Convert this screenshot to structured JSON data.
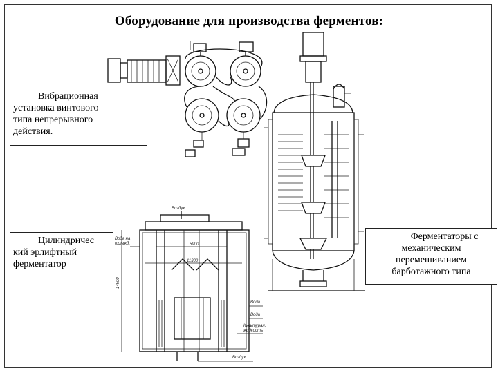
{
  "slide": {
    "title": "Оборудование для производства ферментов:"
  },
  "captions": {
    "vibration": {
      "line1": "Вибрационная",
      "line2": "установка винтового",
      "line3": "типа непрерывного",
      "line4": "действия."
    },
    "airlift": {
      "line1": "Цилиндричес",
      "line2": "кий эрлифтный",
      "line3": "ферментатор"
    },
    "fermenters": {
      "line1": "Ферментаторы с",
      "line2": "механическим",
      "line3": "перемешиванием",
      "line4": "барботажного типа"
    }
  },
  "drawings": {
    "airlift_labels": {
      "top": "Воздух",
      "left_top": "Вода на",
      "left_top2": "охлажд.",
      "dim1": "5900",
      "dim2": "11300",
      "water1": "Вода",
      "water2": "Вода",
      "bottom_note": "Культурал.",
      "bottom_note2": "жидкость",
      "air_bottom": "Воздух",
      "side_dim": "14500"
    }
  }
}
